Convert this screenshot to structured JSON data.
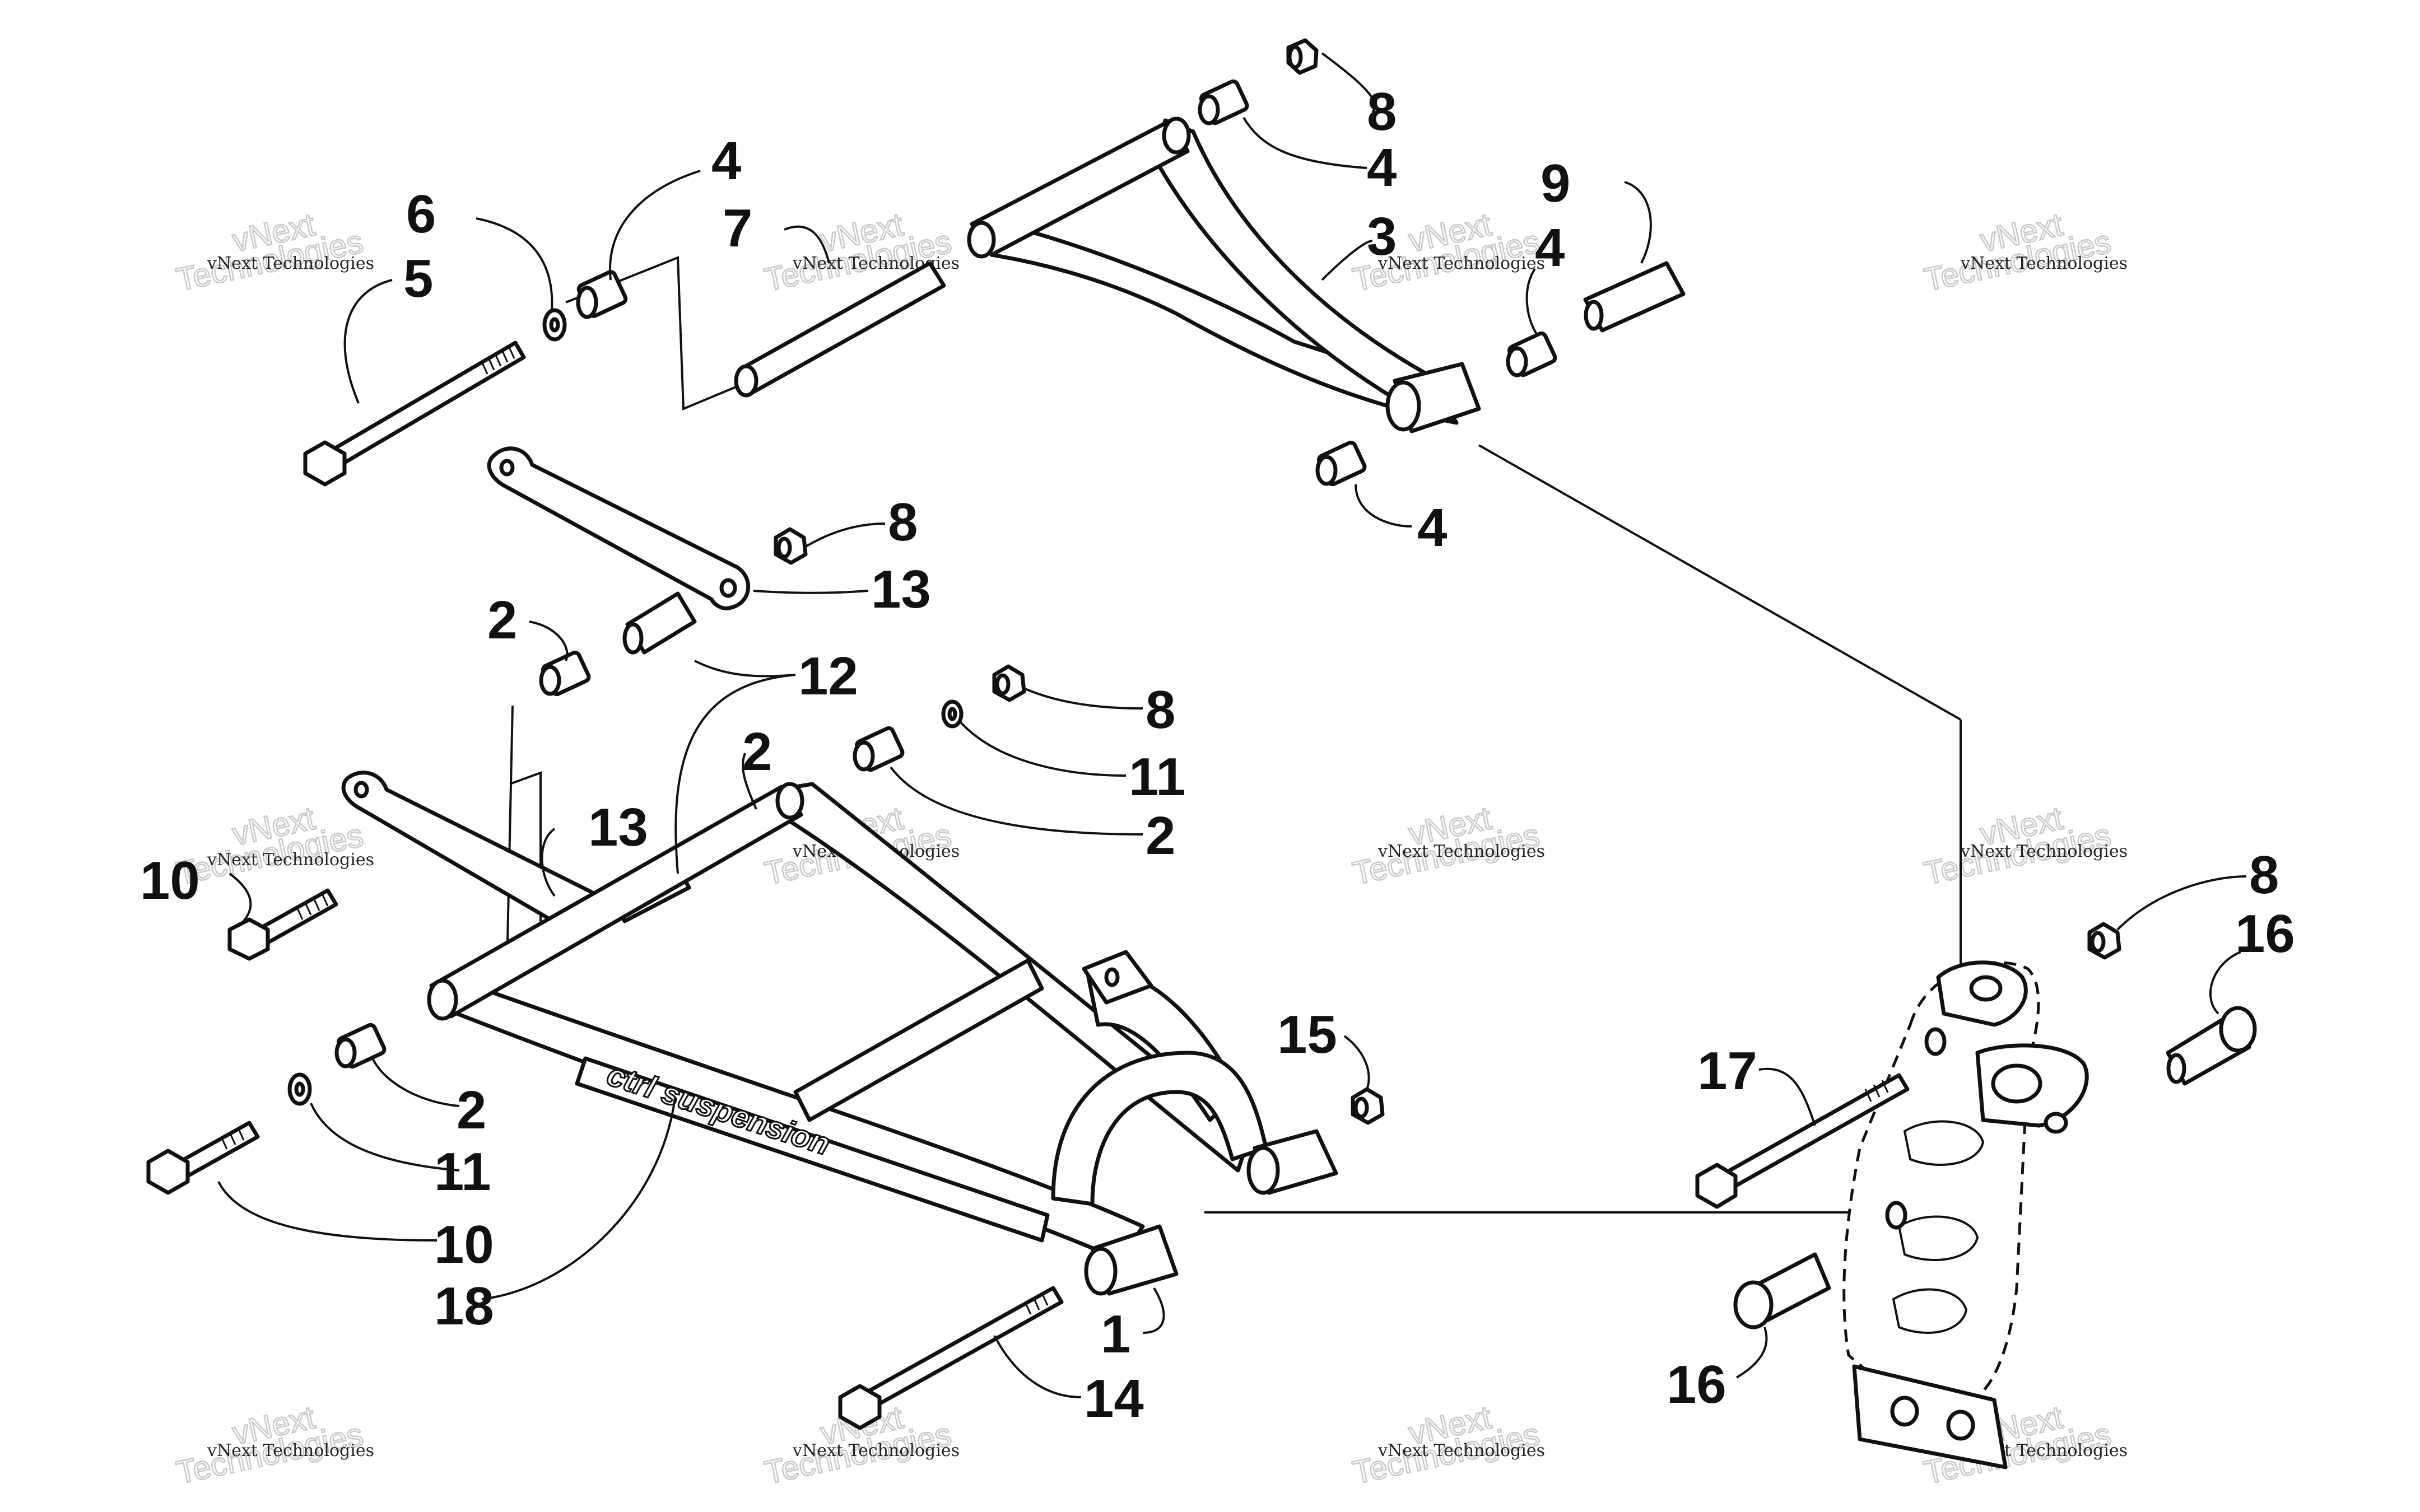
{
  "watermark": {
    "line1": "vNext Technologies",
    "line2": "Technologies",
    "line3": "vNext"
  },
  "decal": {
    "text": "ctrl suspension"
  },
  "callouts": {
    "c1": "1",
    "c2a": "2",
    "c2b": "2",
    "c2c": "2",
    "c2d": "2",
    "c3": "3",
    "c4a": "4",
    "c4b": "4",
    "c4c": "4",
    "c4d": "4",
    "c5": "5",
    "c6": "6",
    "c7": "7",
    "c8a": "8",
    "c8b": "8",
    "c8c": "8",
    "c8d": "8",
    "c9": "9",
    "c10a": "10",
    "c10b": "10",
    "c11a": "11",
    "c11b": "11",
    "c12": "12",
    "c13a": "13",
    "c13b": "13",
    "c14": "14",
    "c15": "15",
    "c16a": "16",
    "c16b": "16",
    "c17": "17",
    "c18": "18"
  }
}
